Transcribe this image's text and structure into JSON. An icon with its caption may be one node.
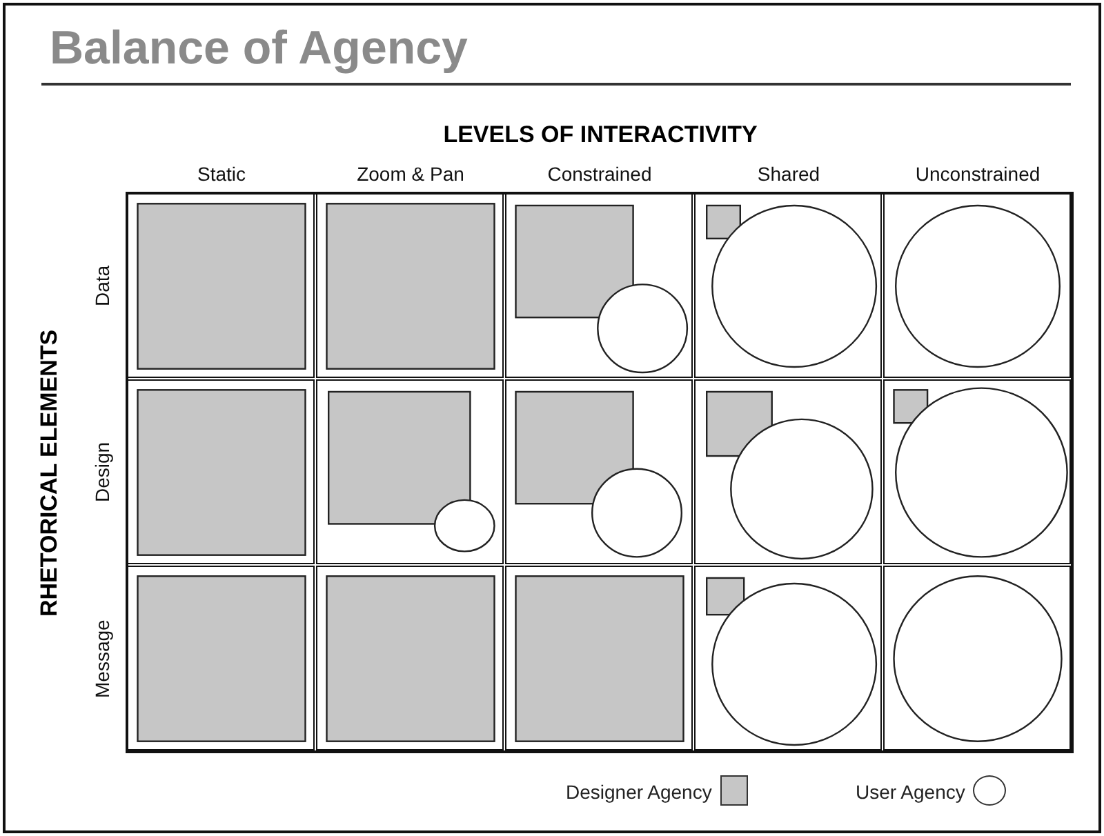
{
  "diagram": {
    "title": "Balance of Agency",
    "labels": [
      "LEVELS OF INTERACTIVITY",
      "Static",
      "Zoom & Pan",
      "Constrained",
      "Shared",
      "Unconstrained",
      "RHETORICAL ELEMENTS",
      "Data",
      "Design",
      "Message"
    ],
    "legend": [
      {
        "text": "Designer Agency",
        "color": "#c6c6c6"
      },
      {
        "text": "User Agency"
      }
    ]
  }
}
